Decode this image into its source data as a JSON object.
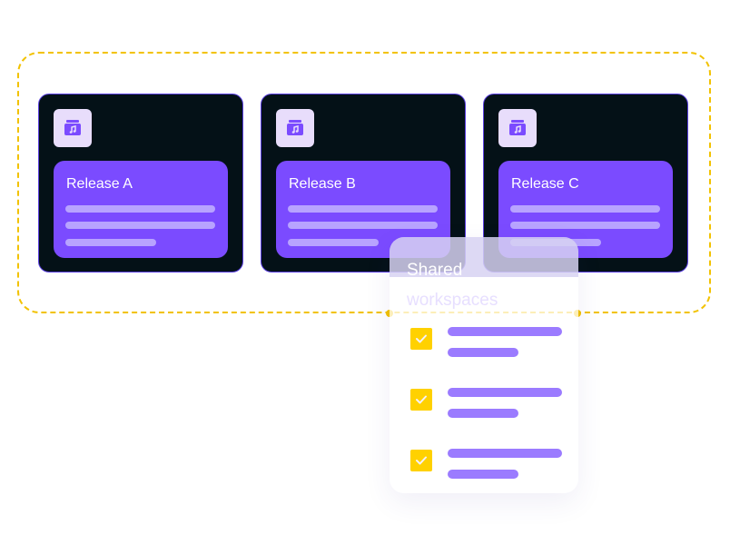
{
  "releases": [
    {
      "title": "Release A",
      "icon": "music-folder-icon"
    },
    {
      "title": "Release B",
      "icon": "music-folder-icon"
    },
    {
      "title": "Release C",
      "icon": "music-folder-icon"
    }
  ],
  "shared_workspaces": {
    "title_line_1": "Shared",
    "title_line_2": "workspaces",
    "task_count": 3,
    "checkbox_icon": "check-icon"
  },
  "colors": {
    "dashed_border": "#F2C200",
    "card_background": "#041117",
    "card_border": "#5A3FE0",
    "panel_purple": "#7B4BFF",
    "placeholder_line": "#B8A3FF",
    "checkbox_yellow": "#FFD100",
    "task_line": "#9B7BFF"
  }
}
